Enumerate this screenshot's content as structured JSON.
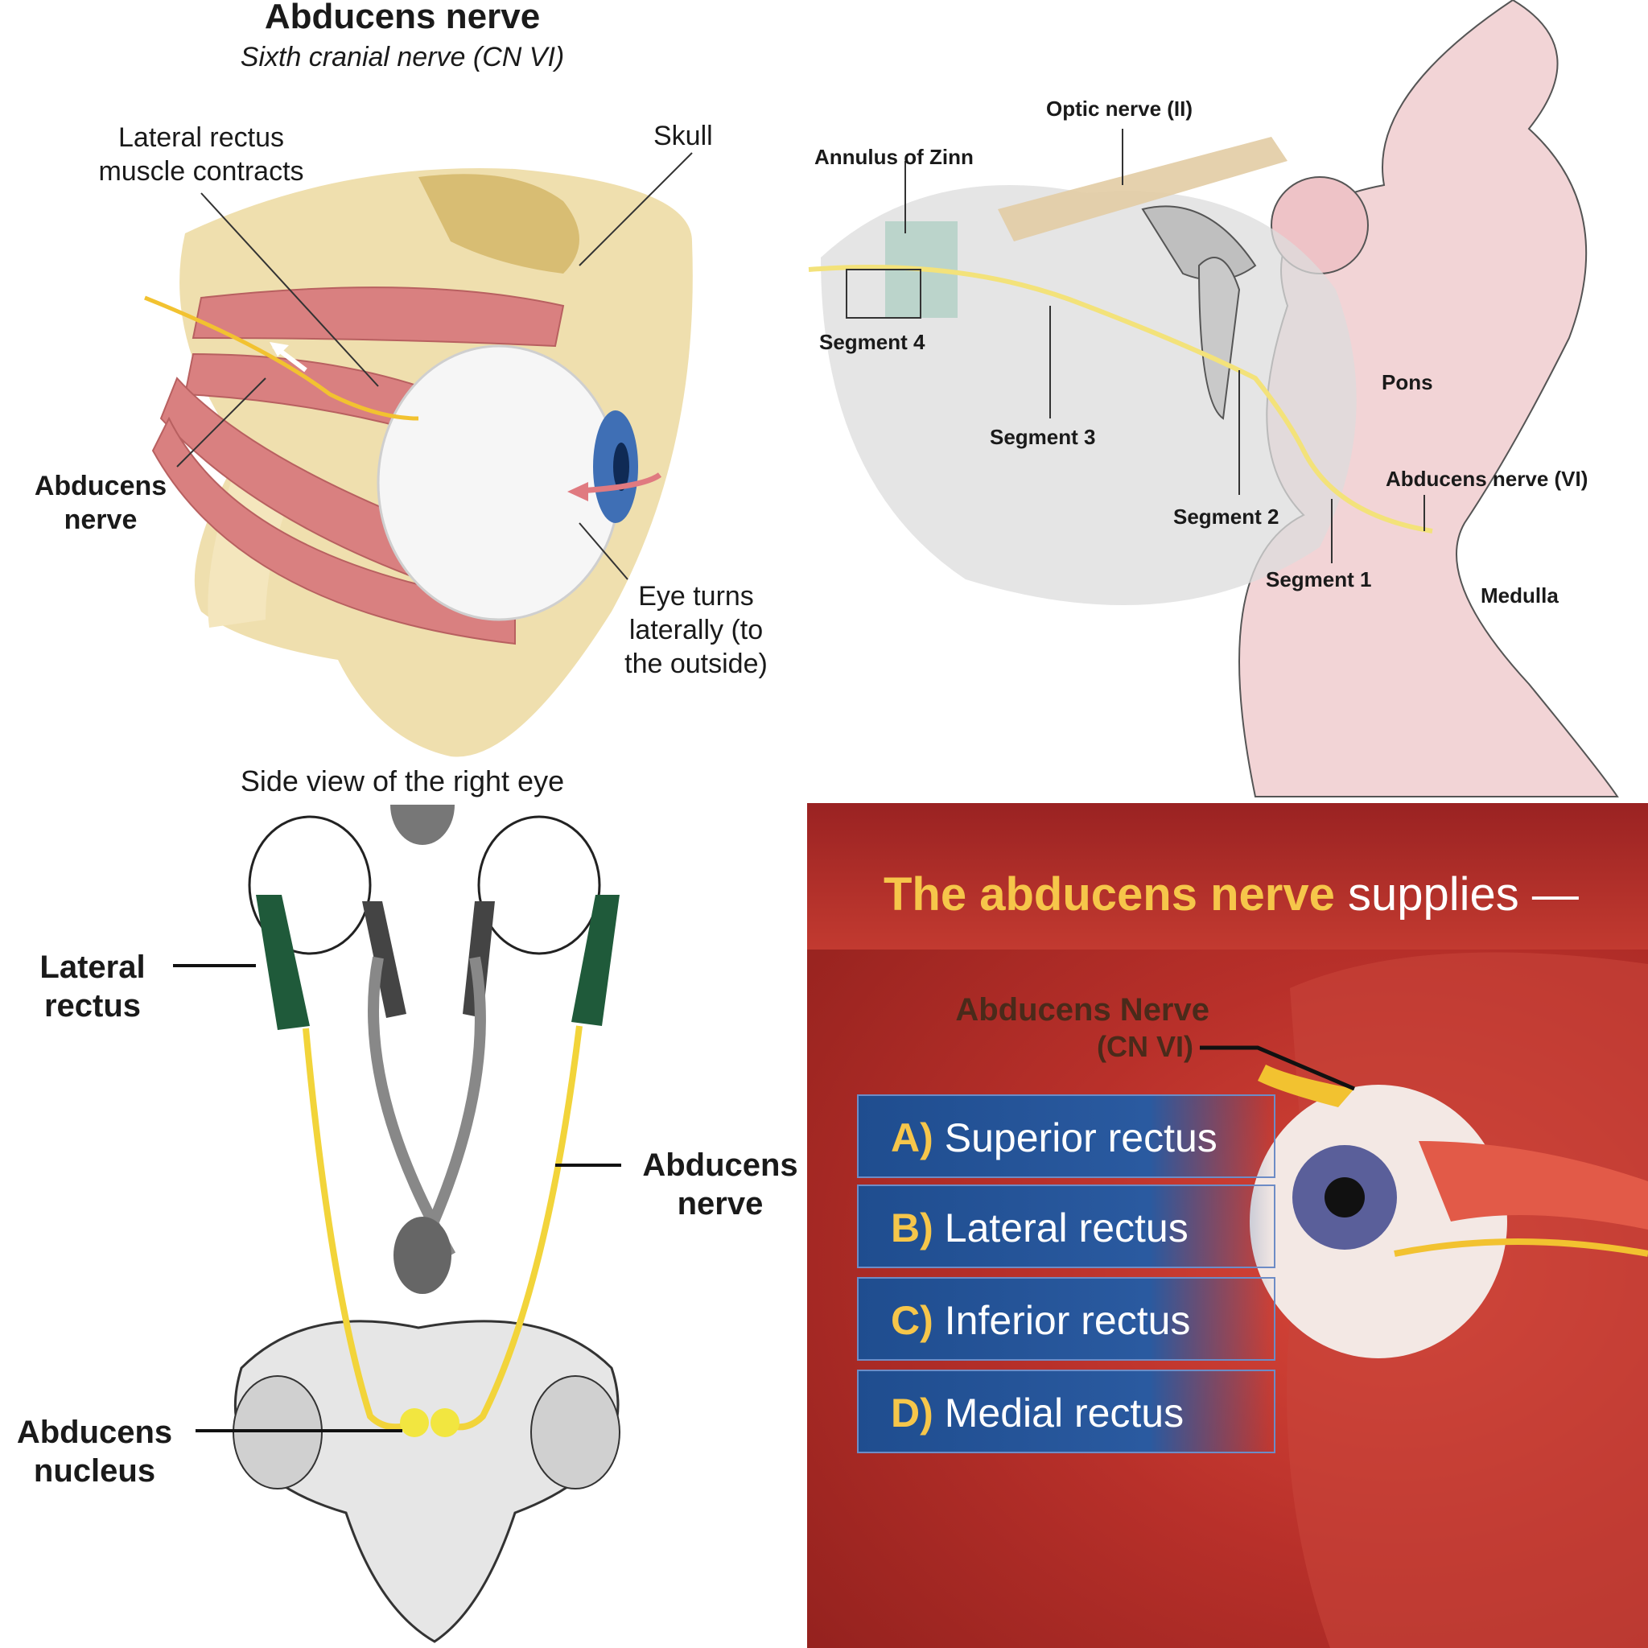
{
  "panel1": {
    "title": "Abducens nerve",
    "subtitle": "Sixth cranial nerve (CN VI)",
    "label_lateral_rectus": "Lateral rectus\nmuscle contracts",
    "label_skull": "Skull",
    "label_abducens": "Abducens\nnerve",
    "label_eye_turns": "Eye turns\nlaterally (to\nthe outside)",
    "caption": "Side view of the right eye"
  },
  "panel2": {
    "label_optic": "Optic nerve (II)",
    "label_annulus": "Annulus of Zinn",
    "label_segment4": "Segment 4",
    "label_segment3": "Segment 3",
    "label_segment2": "Segment 2",
    "label_segment1": "Segment 1",
    "label_pons": "Pons",
    "label_abducens_vi": "Abducens nerve (VI)",
    "label_medulla": "Medulla"
  },
  "panel3": {
    "label_lateral_rectus": "Lateral\nrectus",
    "label_abducens_nerve": "Abducens\nnerve",
    "label_abducens_nucleus": "Abducens\nnucleus"
  },
  "panel4": {
    "heading_bold": "The abducens nerve",
    "heading_rest": " supplies —",
    "nerve_label": "Abducens Nerve",
    "nerve_label_sub": "(CN VI)",
    "options": [
      {
        "letter": "A)",
        "text": "Superior rectus"
      },
      {
        "letter": "B)",
        "text": "Lateral rectus"
      },
      {
        "letter": "C)",
        "text": "Inferior rectus"
      },
      {
        "letter": "D)",
        "text": "Medial rectus"
      }
    ]
  },
  "colors": {
    "nerve_yellow": "#f2d43a",
    "muscle_red": "#d98080",
    "bone_beige": "#ecd9a0",
    "muscle_green": "#1f5a3a",
    "quiz_blue": "#234f94",
    "quiz_gold": "#f6c64a"
  }
}
